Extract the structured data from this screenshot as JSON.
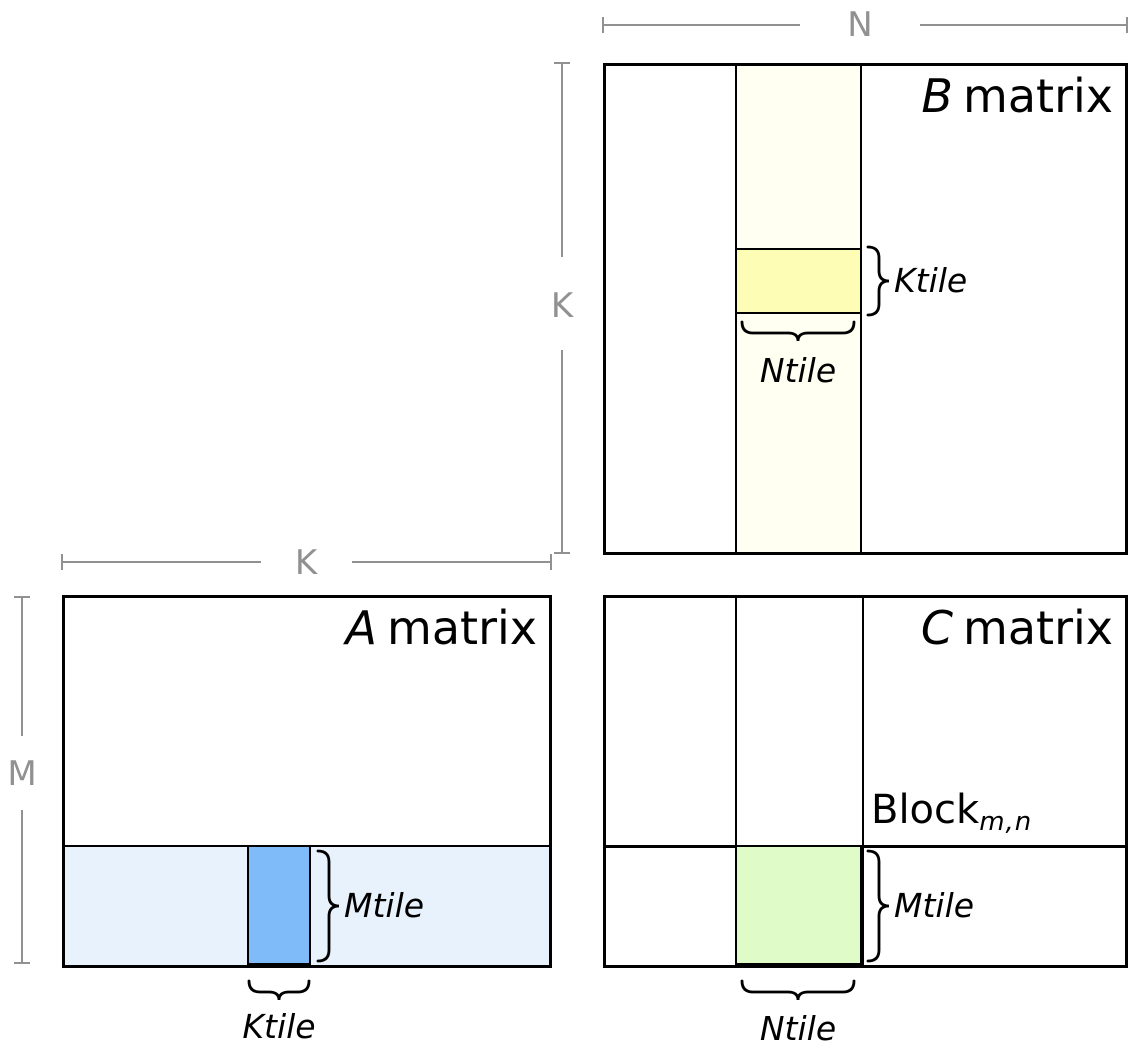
{
  "b_matrix": {
    "letter": "B",
    "word": "matrix",
    "tile_height_label": "Ktile",
    "tile_width_label": "Ntile"
  },
  "a_matrix": {
    "letter": "A",
    "word": "matrix",
    "tile_height_label": "Mtile",
    "tile_width_label": "Ktile"
  },
  "c_matrix": {
    "letter": "C",
    "word": "matrix",
    "block_label": "Block",
    "block_subscript": "m,n",
    "tile_height_label": "Mtile",
    "tile_width_label": "Ntile"
  },
  "dimensions": {
    "b_width": "N",
    "b_height": "K",
    "a_width": "K",
    "a_height": "M"
  },
  "colors": {
    "b_strip": "#FFFFF2",
    "b_tile": "#FDFDB5",
    "a_strip": "#E8F2FC",
    "a_tile": "#7EBBF8",
    "c_tile": "#DFFCC8",
    "dim_gray": "#919191",
    "outline": "#000000"
  }
}
